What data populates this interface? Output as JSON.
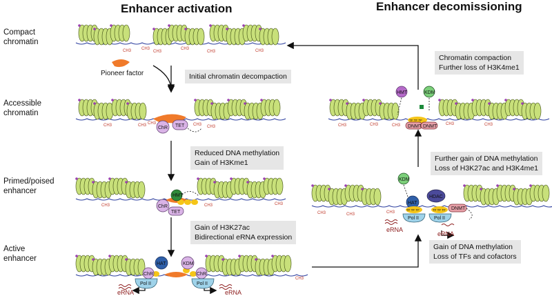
{
  "titles": {
    "activation": "Enhancer activation",
    "decommissioning": "Enhancer decomissioning"
  },
  "stages": {
    "compact": "Compact\nchromatin",
    "accessible": "Accessible\nchromatin",
    "primed": "Primed/poised\nenhancer",
    "active": "Active\nenhancer"
  },
  "notes": {
    "initial": "Initial chromatin decompaction",
    "reduced": "Reduced DNA methylation\nGain of H3Kme1",
    "gain_ac": "Gain of H3K27ac\nBidirectional eRNA expression",
    "gain_meth": "Gain of DNA methylation\nLoss of TFs and cofactors",
    "further": "Further gain of DNA methylation\nLoss of H3K27ac and H3K4me1",
    "compaction": "Chromatin compaction\nFurther loss of H3K4me1"
  },
  "labels": {
    "pioneer": "Pioneer factor",
    "ch3": "CH3",
    "chr": "ChR",
    "tet": "TET",
    "hmt": "HMT",
    "kdm": "KDM",
    "hat": "HAT",
    "hdac": "HDAC",
    "dnmt": "DNMT",
    "pol2": "Pol II",
    "tf": "TF",
    "erna": "eRNA"
  },
  "colors": {
    "nucleosome": "#c8e07a",
    "nucleosome_edge": "#3b4a12",
    "dna": "#2c3e9e",
    "ch3": "#c0392b",
    "pioneer": "#f07a2a",
    "tf": "#f5c518",
    "chr": "#d9b3e6",
    "hat": "#2f5fa8",
    "kdm": "#7ccf7a",
    "hmt": "#b56ac9",
    "hdac": "#4b4a9a",
    "pol2": "#9fd3ea",
    "dnmt": "#e7a0a8",
    "erna": "#8b1a1a",
    "note_bg": "#e6e6e6",
    "mark_purple": "#9b3fb0",
    "mark_blue": "#3aa0c8",
    "mark_green": "#1c8a3a"
  }
}
